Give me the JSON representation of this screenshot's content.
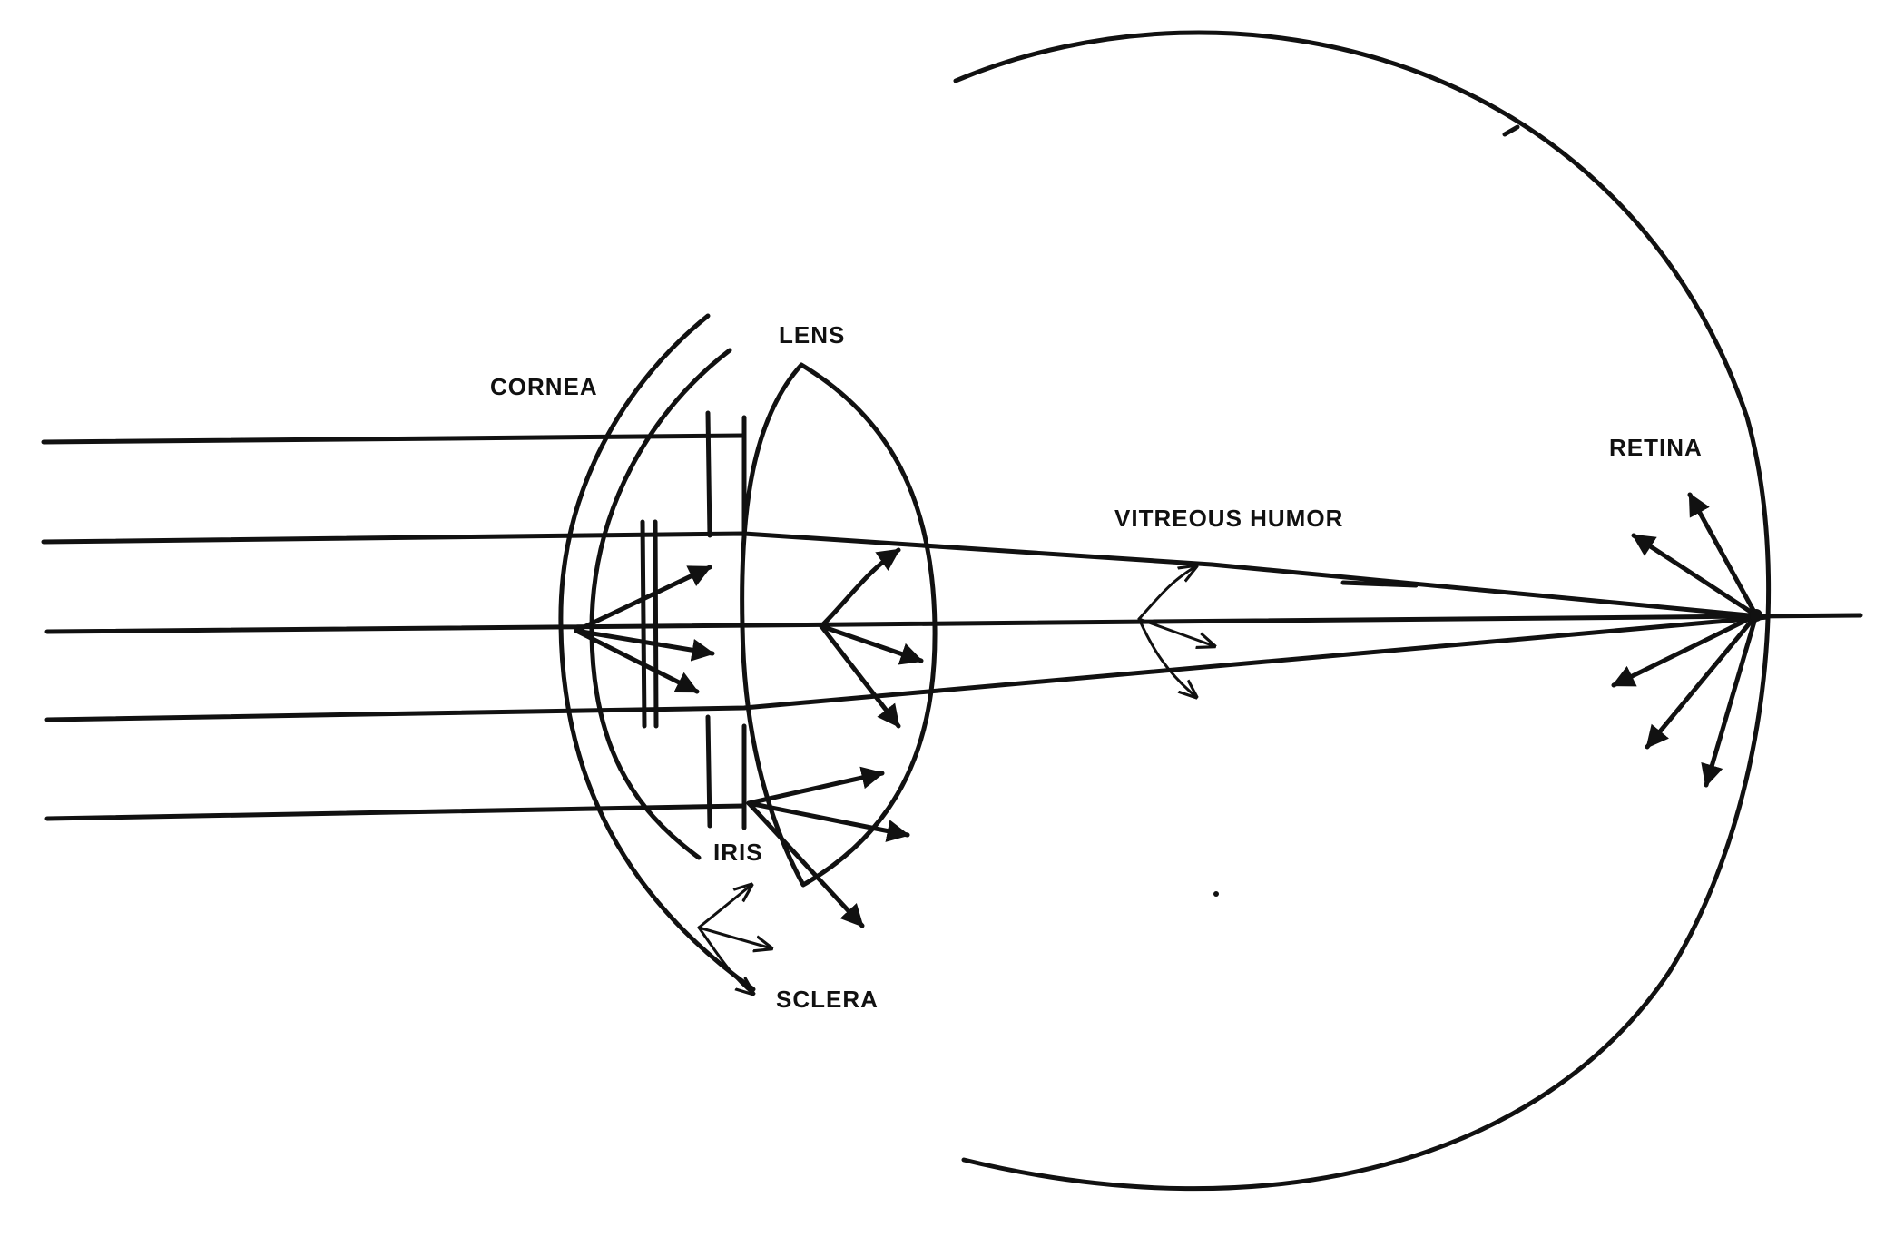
{
  "labels": {
    "cornea": "CORNEA",
    "lens": "LENS",
    "vitreous": "VITREOUS HUMOR",
    "retina": "RETINA",
    "iris": "IRIS",
    "sclera": "SCLERA"
  },
  "colors": {
    "ink": "#111111",
    "background": "#ffffff"
  }
}
